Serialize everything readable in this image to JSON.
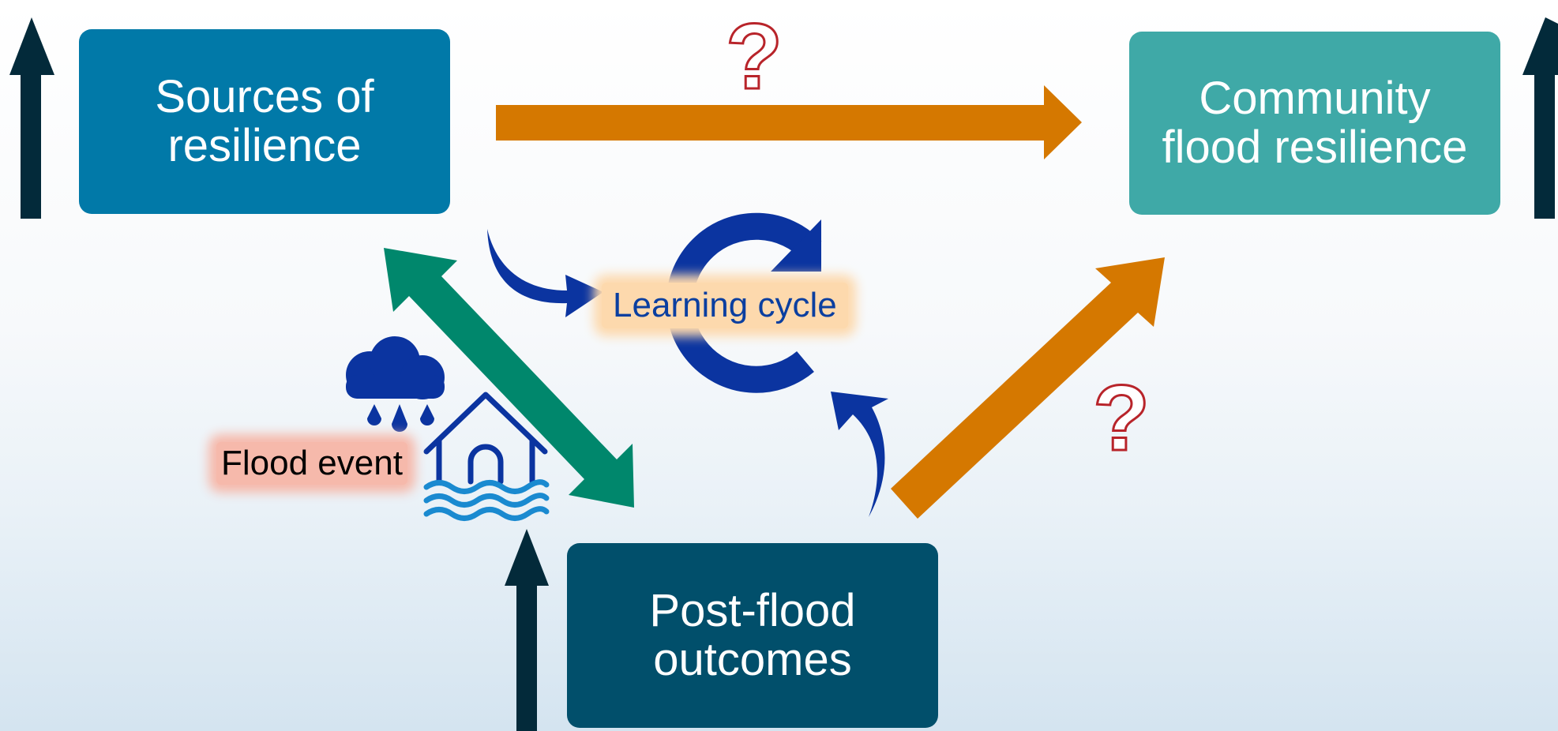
{
  "nodes": {
    "sources": "Sources of\nresilience",
    "community": "Community\nflood resilience",
    "post_flood": "Post-flood\noutcomes"
  },
  "labels": {
    "learning_cycle": "Learning cycle",
    "flood_event": "Flood event",
    "unknown_mark": "?"
  },
  "colors": {
    "sources_box": "#0179a8",
    "community_box": "#3fa9a7",
    "post_flood_box": "#014f6b",
    "orange_arrow": "#d57800",
    "green_arrow": "#00876c",
    "dark_arrow": "#032a3a",
    "cycle_blue": "#0b34a0",
    "learning_glow": "#fdd9ad",
    "flood_glow": "#f6b9ab"
  },
  "icons": [
    "up-arrow-icon",
    "rain-cloud-icon",
    "flooded-house-icon",
    "cycle-arrow-icon",
    "question-mark-icon"
  ]
}
